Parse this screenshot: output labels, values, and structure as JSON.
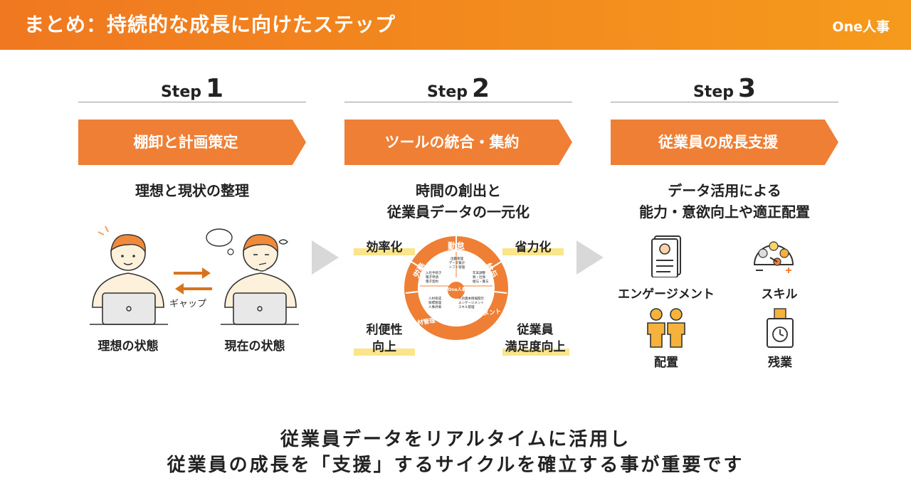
{
  "header": {
    "title": "まとめ：持続的な成長に向けたステップ",
    "brand": "One人事",
    "color_start": "#f07820",
    "color_end": "#f59a1c"
  },
  "steps": [
    {
      "word": "Step",
      "number": "1",
      "banner": "棚卸と計画策定",
      "subtitle_lines": [
        "理想と現状の整理"
      ],
      "left_label": "理想の状態",
      "right_label": "現在の状態",
      "gap_label": "ギャップ"
    },
    {
      "word": "Step",
      "number": "2",
      "banner": "ツールの統合・集約",
      "subtitle_lines": [
        "時間の創出と",
        "従業員データの一元化"
      ],
      "corners": {
        "top_left": "効率化",
        "top_right": "省力化",
        "bottom_left": [
          "利便性",
          "向上"
        ],
        "bottom_right": [
          "従業員",
          "満足度向上"
        ]
      },
      "wheel": {
        "top": "勤怠",
        "left": "労務",
        "right": "給与",
        "bottom": "人材管理・タレントマネジメント",
        "center": "One人事",
        "top_items": [
          "出勤管理",
          "データ集計",
          "シフト管理"
        ],
        "left_items": [
          "入社手続き",
          "電子申請",
          "電子契約"
        ],
        "right_items": [
          "年末調整",
          "税・社保",
          "給与・賞与"
        ],
        "bottom_left_items": [
          "人材育成",
          "目標管理",
          "人事評価"
        ],
        "bottom_right_items": [
          "人的資本情報開示",
          "エンゲージメント",
          "スキル管理"
        ]
      }
    },
    {
      "word": "Step",
      "number": "3",
      "banner": "従業員の成長支援",
      "subtitle_lines": [
        "データ活用による",
        "能力・意欲向上や適正配置"
      ],
      "items": [
        {
          "label": "エンゲージメント",
          "icon": "document-icon"
        },
        {
          "label": "スキル",
          "icon": "skill-gauge-icon"
        },
        {
          "label": "配置",
          "icon": "people-icon"
        },
        {
          "label": "残業",
          "icon": "timecard-icon"
        }
      ]
    }
  ],
  "footer": {
    "line1": "従業員データをリアルタイムに活用し",
    "line2": "従業員の成長を「支援」するサイクルを確立する事が重要です"
  },
  "colors": {
    "banner": "#ef7f35",
    "highlight": "#fbe58a",
    "wheel": "#ef7f35",
    "chevron": "#d8d8d8"
  }
}
